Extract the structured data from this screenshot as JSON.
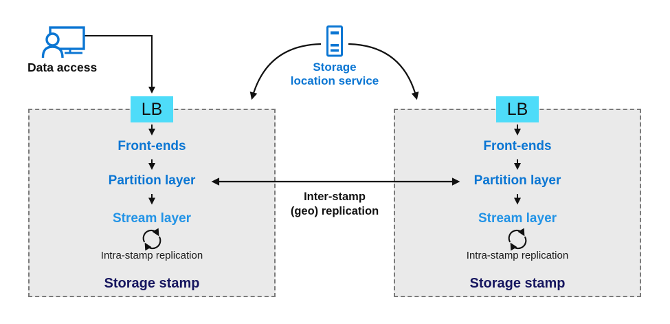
{
  "data_access": {
    "label": "Data access",
    "icon": "person-monitor-icon"
  },
  "storage_location_service": {
    "label_line1": "Storage",
    "label_line2": "location service",
    "icon": "server-icon"
  },
  "inter_stamp_replication": {
    "label_line1": "Inter-stamp",
    "label_line2": "(geo) replication"
  },
  "stamps": [
    {
      "side": "left",
      "lb_label": "LB",
      "layers": {
        "front_ends": "Front-ends",
        "partition": "Partition layer",
        "stream": "Stream layer"
      },
      "sync_icon": "sync-arrows-icon",
      "intra_stamp_label": "Intra-stamp replication",
      "title": "Storage stamp"
    },
    {
      "side": "right",
      "lb_label": "LB",
      "layers": {
        "front_ends": "Front-ends",
        "partition": "Partition layer",
        "stream": "Stream layer"
      },
      "sync_icon": "sync-arrows-icon",
      "intra_stamp_label": "Intra-stamp replication",
      "title": "Storage stamp"
    }
  ],
  "colors": {
    "accent_blue": "#0b76d3",
    "stream_blue": "#2293e6",
    "lb_cyan": "#4edcf9",
    "navy_title": "#16165f",
    "stamp_background": "#eaeaea",
    "stamp_border_gray": "#7b7b7b",
    "arrow_black": "#111111"
  }
}
